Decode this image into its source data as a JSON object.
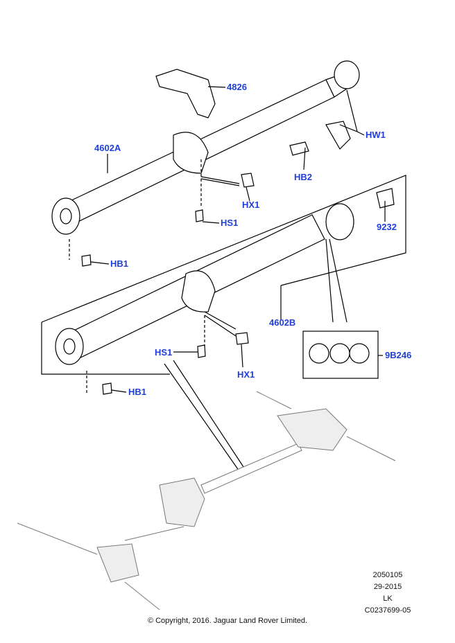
{
  "callouts": {
    "c4826": "4826",
    "c4602a": "4602A",
    "hw1": "HW1",
    "hb2": "HB2",
    "hx1_top": "HX1",
    "hs1_top": "HS1",
    "c9232": "9232",
    "hb1_top": "HB1",
    "c4602b": "4602B",
    "c9b246": "9B246",
    "hs1_bottom": "HS1",
    "hx1_bottom": "HX1",
    "hb1_bottom": "HB1"
  },
  "footer": {
    "code1": "2050105",
    "code2": "29-2015",
    "code3": "LK",
    "code4": "C0237699-05",
    "copyright": "© Copyright, 2016. Jaguar Land Rover Limited."
  },
  "colors": {
    "callout": "#1f3fd8",
    "line": "#000000",
    "context": "#888888"
  }
}
